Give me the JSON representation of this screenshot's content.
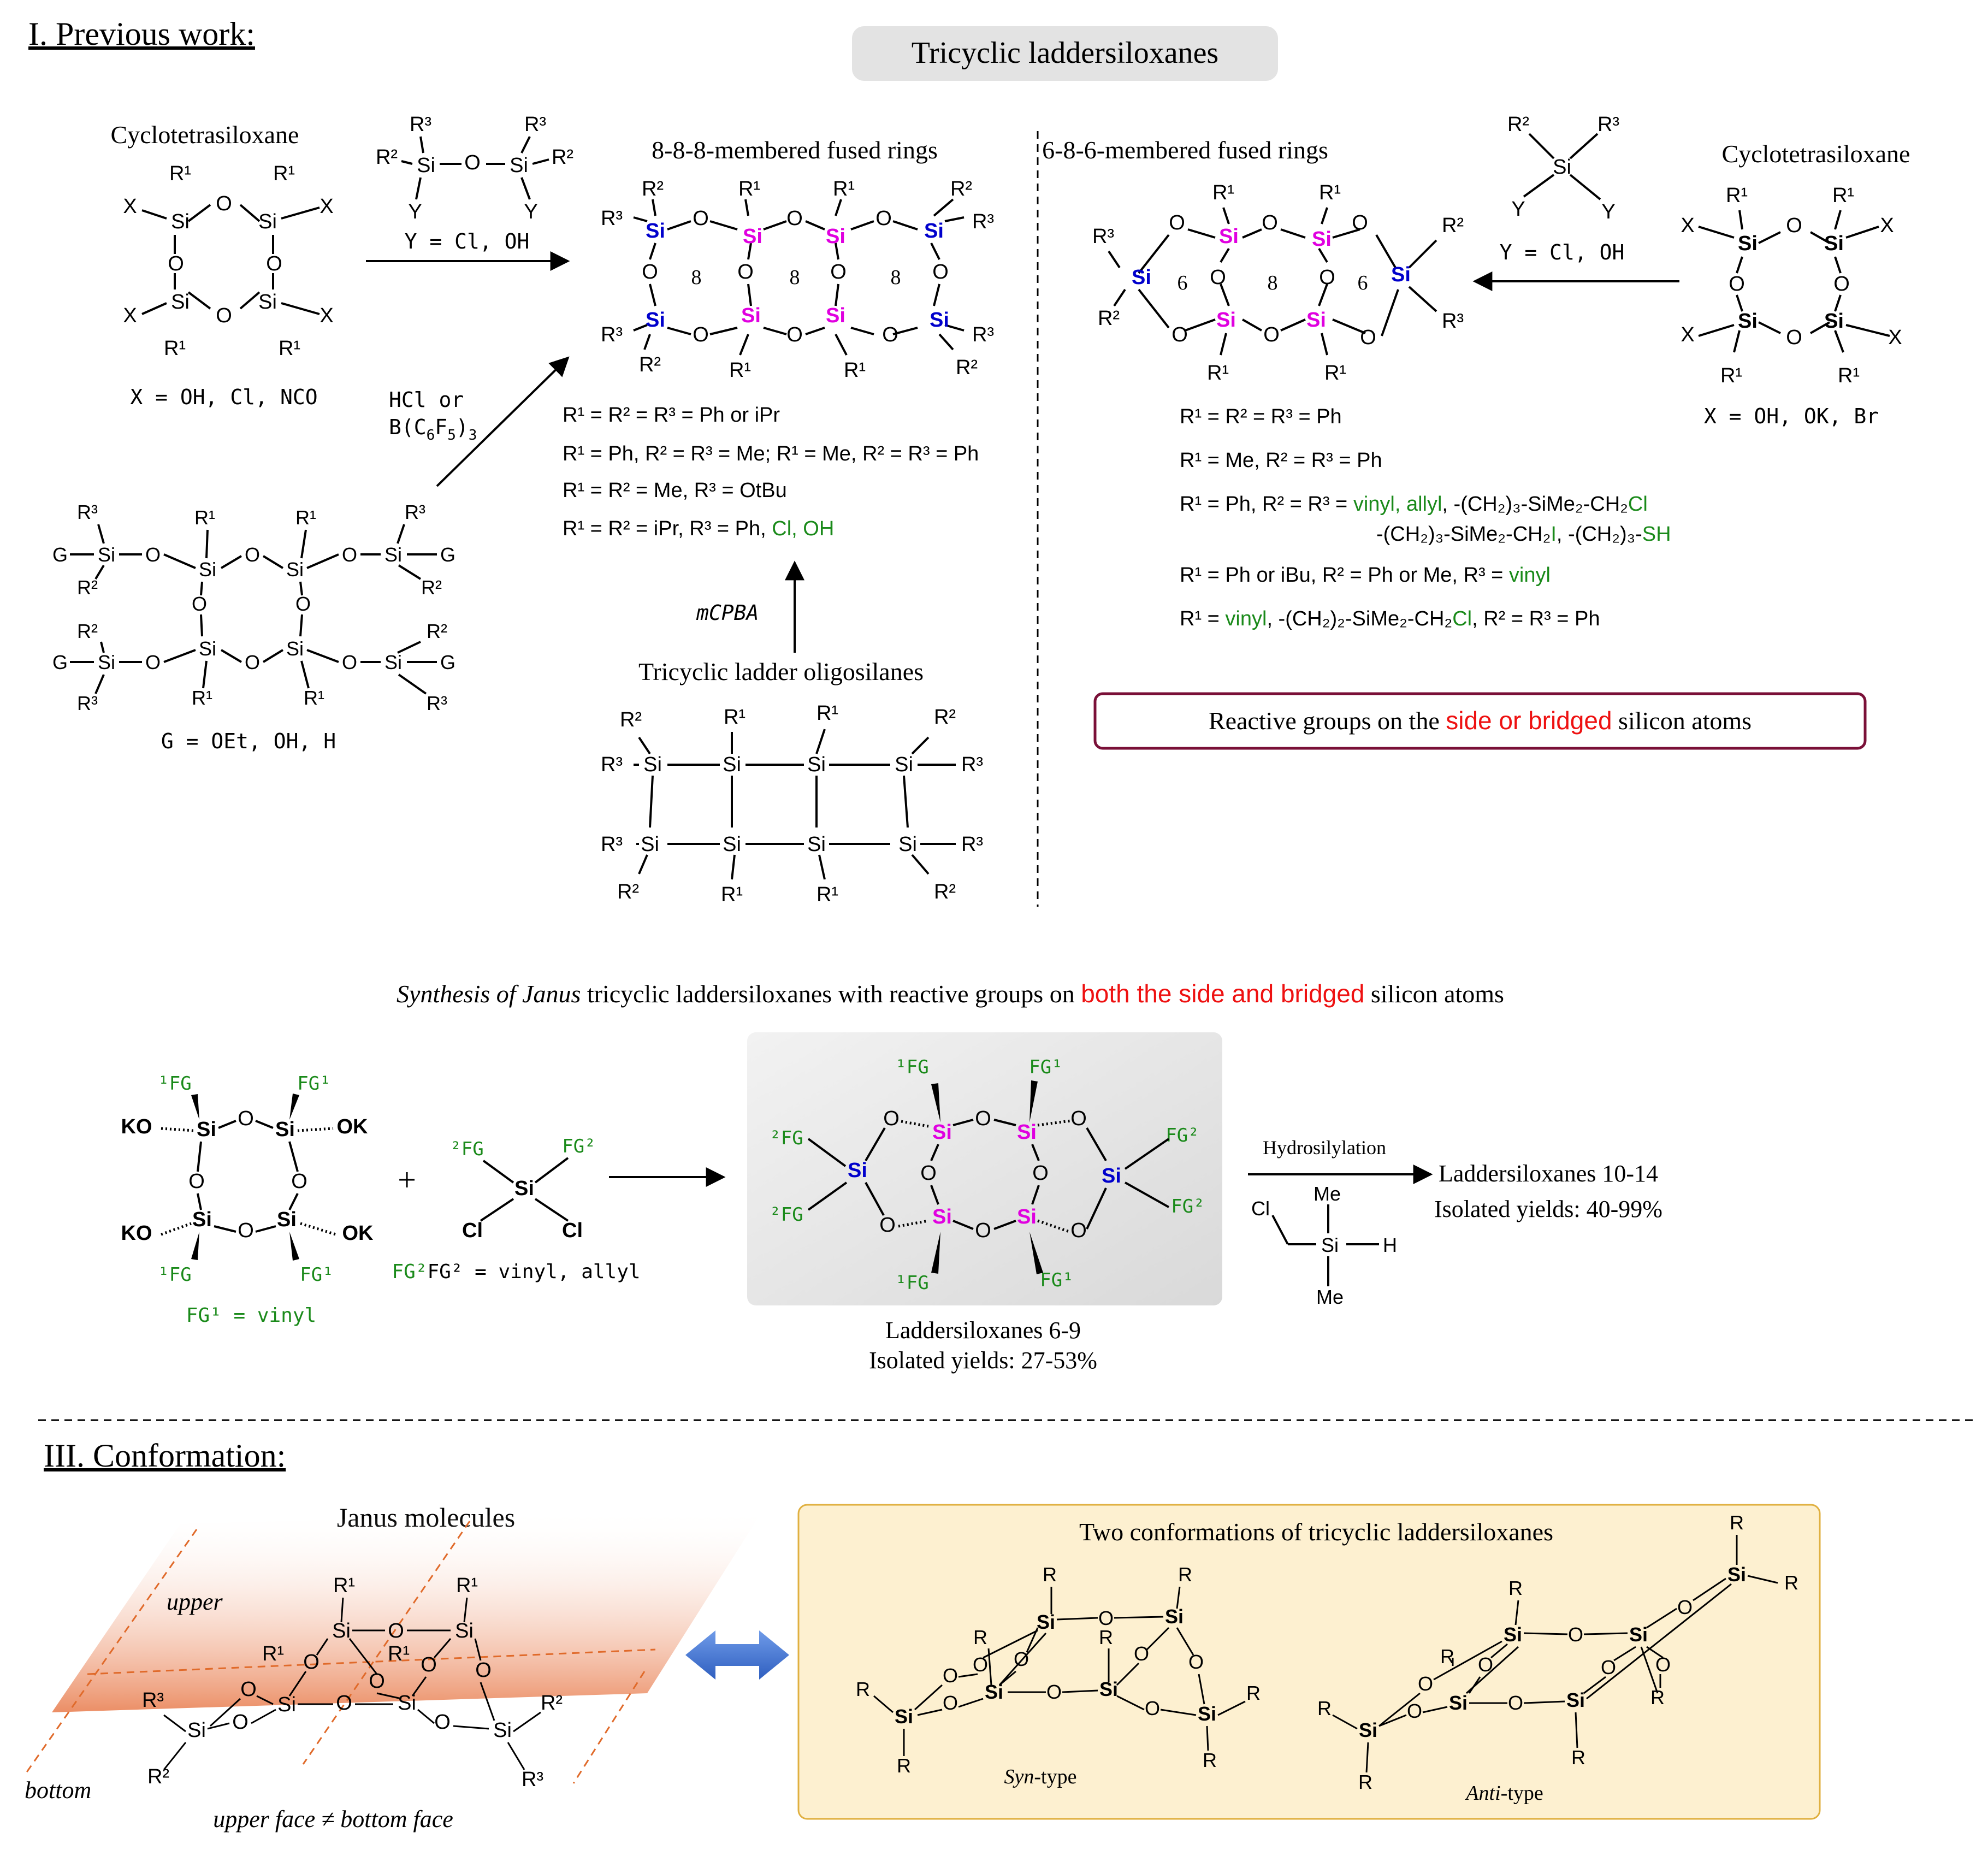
{
  "colors": {
    "black": "#000000",
    "silicon_magenta": "#e000e0",
    "silicon_blue": "#0000cc",
    "green": "#1a8a1a",
    "red": "#ee1111",
    "box_border": "#7a1038",
    "panel_yellow": "#fdf0d0",
    "panel_yellow_border": "#e0b040",
    "arrow_blue": "#3f6fd0",
    "plane_orange": "#e06a2a"
  },
  "section1": {
    "heading": "I. Previous work:",
    "banner": "Tricyclic laddersiloxanes",
    "left": {
      "title": "Cyclotetrasiloxane",
      "x_label": "X = OH, Cl, NCO",
      "g_label": "G = OEt, OH, H",
      "reagent_top_y": "Y = Cl, OH",
      "reagent_hcl": "HCl or",
      "reagent_b": "B(C",
      "reagent_b_sub": "6",
      "reagent_b_f": "F",
      "reagent_b_sub2": "5",
      "reagent_b_end": ")",
      "reagent_b_sub3": "3"
    },
    "center": {
      "title": "8-8-8-membered fused rings",
      "ring_numbers": [
        "8",
        "8",
        "8"
      ],
      "cond1": "R¹ = R² = R³ = Ph or iPr",
      "cond2": "R¹ = Ph, R² = R³ = Me; R¹ = Me, R² = R³ = Ph",
      "cond3": "R¹ = R² = Me, R³ = OtBu",
      "cond4_black": "R¹ = R² = iPr, R³ = Ph, ",
      "cond4_green": "Cl, OH",
      "oxidant": "mCPBA",
      "oligo_title": "Tricyclic ladder oligosilanes"
    },
    "right": {
      "title": "6-8-6-membered fused rings",
      "ring_numbers": [
        "6",
        "8",
        "6"
      ],
      "cyclo_title": "Cyclotetrasiloxane",
      "reagent_y": "Y = Cl, OH",
      "x_label": "X = OH, OK, Br",
      "cond1": "R¹ = R² = R³ = Ph",
      "cond2": "R¹ = Me, R² = R³ = Ph",
      "cond3_black": "R¹ = Ph,  R² = R³ = ",
      "cond3_green": "vinyl, allyl",
      "cond3_tail": ", -(CH₂)₃-SiMe₂-CH₂",
      "cond3_green2": "Cl",
      "cond3b_black": "-(CH₂)₃-SiMe₂-CH₂",
      "cond3b_green": "I",
      "cond3b_black2": ", -(CH₂)₃-",
      "cond3b_green2": "SH",
      "cond4_black": "R¹ = Ph or iBu,  R² = Ph or Me,  R³ = ",
      "cond4_green": "vinyl",
      "cond5_black": "R¹ = ",
      "cond5_green": "vinyl",
      "cond5_tail": ", -(CH₂)₂-SiMe₂-CH₂",
      "cond5_green2": "Cl",
      "cond5_end": ",  R² = R³ = Ph",
      "box_pre": "Reactive groups on the ",
      "box_red": "side or bridged",
      "box_post": " silicon atoms"
    }
  },
  "section2": {
    "title_italic": "Synthesis of Janus",
    "title_mid": " tricyclic laddersiloxanes with reactive groups on ",
    "title_red": "both the side and bridged",
    "title_end": " silicon atoms",
    "fg1_label": "FG¹ = vinyl",
    "fg2_label": "FG² = vinyl, allyl",
    "product_name": "Laddersiloxanes 6-9",
    "product_yield": "Isolated yields: 27-53%",
    "step_label": "Hydrosilylation",
    "final_name": "Laddersiloxanes 10-14",
    "final_yield": "Isolated yields: 40-99%"
  },
  "section3": {
    "heading": "III. Conformation:",
    "janus_title": "Janus molecules",
    "upper": "upper",
    "bottom": "bottom",
    "face_caption": "upper face ≠ bottom face",
    "panel_title": "Two conformations of tricyclic laddersiloxanes",
    "syn_label": "Syn",
    "syn_suffix": "-type",
    "anti_label": "Anti",
    "anti_suffix": "-type"
  }
}
